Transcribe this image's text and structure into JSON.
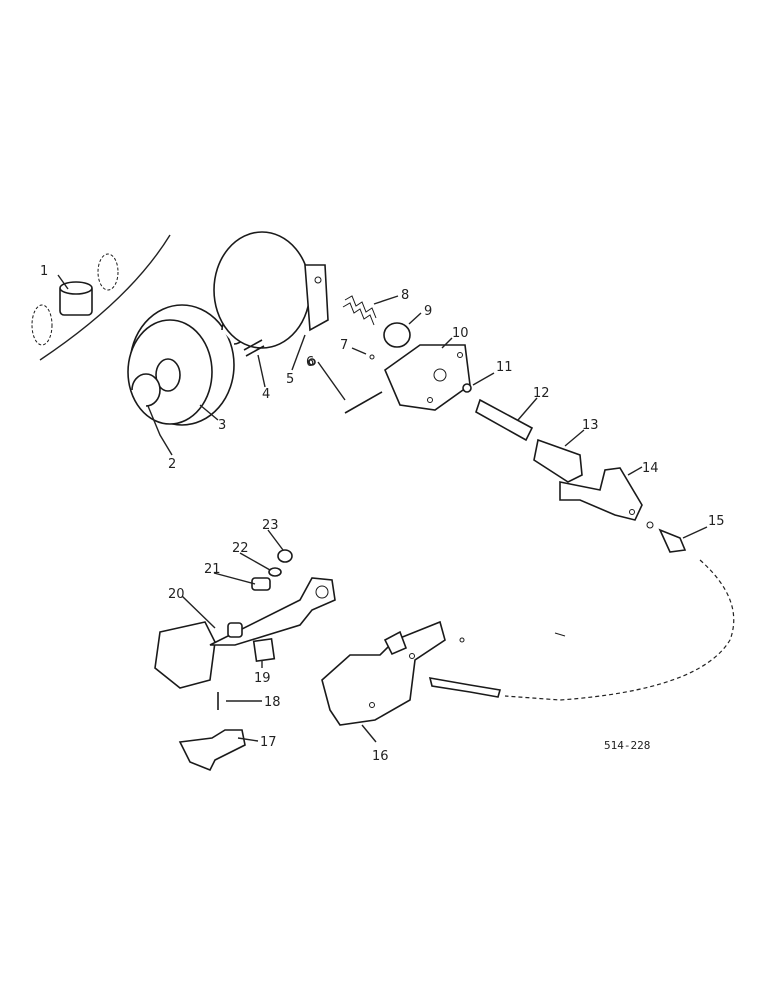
{
  "diagram": {
    "callouts": [
      "1",
      "2",
      "3",
      "4",
      "5",
      "6",
      "7",
      "8",
      "9",
      "10",
      "11",
      "12",
      "13",
      "14",
      "15",
      "16",
      "17",
      "18",
      "19",
      "20",
      "21",
      "22",
      "23"
    ],
    "drawing_code": "514-228"
  }
}
